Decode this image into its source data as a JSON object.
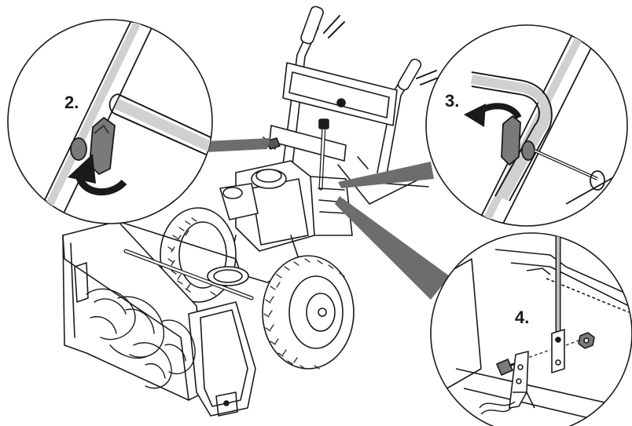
{
  "steps": [
    {
      "label": "2."
    },
    {
      "label": "3."
    },
    {
      "label": "4."
    }
  ],
  "colors": {
    "line": "#1a1a1a",
    "callout": "#6d6d6d",
    "knob": "#7a7a7a",
    "tire": "#ffffff",
    "background": "#ffffff"
  },
  "icons": [
    "rotate-clockwise-arrow-icon",
    "rotate-counterclockwise-arrow-icon"
  ]
}
